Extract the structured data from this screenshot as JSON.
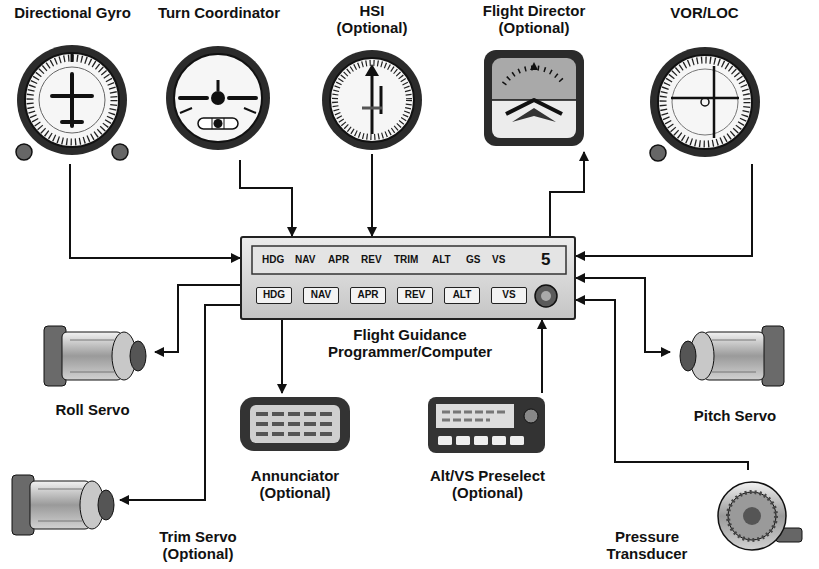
{
  "diagram": {
    "nodes": [
      {
        "text": [
          "Directional Gyro"
        ]
      },
      {
        "text": [
          "Turn Coordinator"
        ]
      },
      {
        "text": [
          "HSI (Optional)"
        ]
      },
      {
        "text": [
          "Flight Director (Optional)"
        ]
      },
      {
        "text": [
          "VOR/LOC"
        ]
      },
      {
        "text": [
          "Flight Guidance Programmer/Computer"
        ]
      },
      {
        "text": [
          "Roll Servo"
        ]
      },
      {
        "text": [
          "Pitch Servo"
        ]
      },
      {
        "text": [
          "Annunciator (Optional)"
        ]
      },
      {
        "text": [
          "Alt/VS Preselect (Optional)"
        ]
      },
      {
        "text": [
          "Trim Servo (Optional)"
        ]
      },
      {
        "text": [
          "Pressure Transducer"
        ]
      }
    ],
    "edges": [
      {
        "from": 0,
        "to": 5,
        "arrow": "to"
      },
      {
        "from": 1,
        "to": 5,
        "arrow": "to"
      },
      {
        "from": 2,
        "to": 5,
        "arrow": "to"
      },
      {
        "from": 5,
        "to": 3,
        "arrow": "to"
      },
      {
        "from": 4,
        "to": 5,
        "arrow": "to"
      },
      {
        "from": 5,
        "to": 6,
        "arrow": "to"
      },
      {
        "from": 5,
        "to": 7,
        "arrow": "both"
      },
      {
        "from": 5,
        "to": 8,
        "arrow": "to"
      },
      {
        "from": 9,
        "to": 5,
        "arrow": "to"
      },
      {
        "from": 5,
        "to": 10,
        "arrow": "to"
      },
      {
        "from": 11,
        "to": 5,
        "arrow": "to"
      }
    ],
    "labels": [
      "HDG",
      "NAV",
      "APR",
      "REV",
      "TRIM",
      "ALT",
      "GS",
      "VS",
      "5",
      "HDG",
      "NAV",
      "APR",
      "REV",
      "ALT",
      "VS"
    ]
  }
}
